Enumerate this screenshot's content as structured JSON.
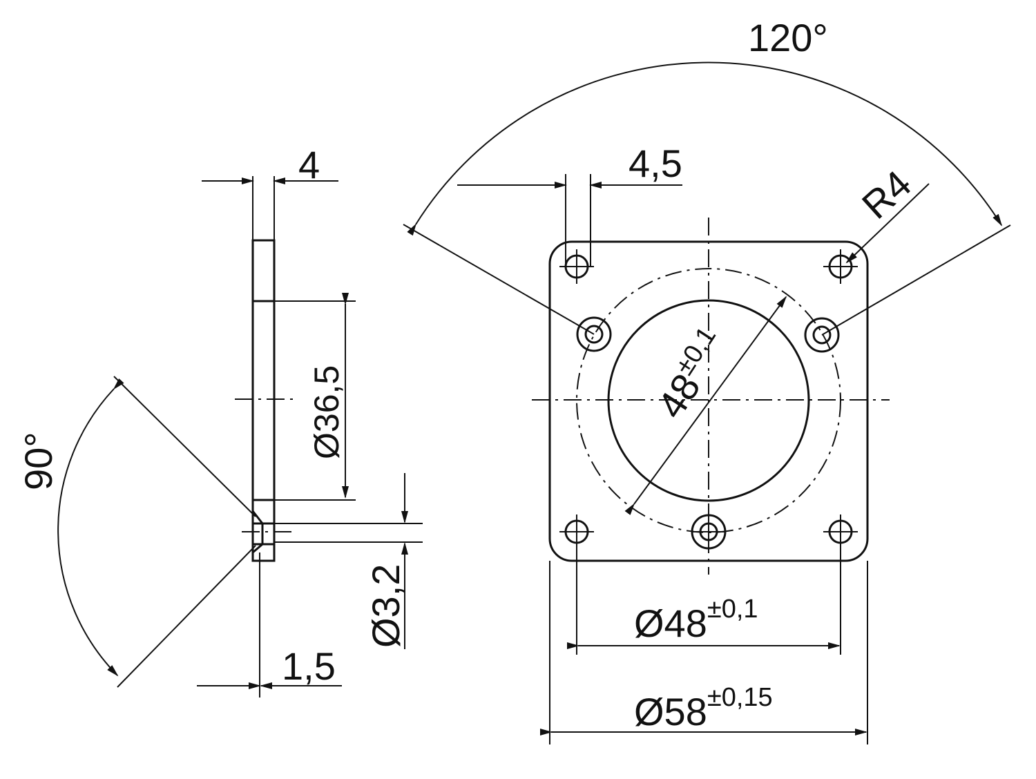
{
  "dimensions": {
    "side_thickness": "4",
    "bore_diameter": "Ø36,5",
    "hole_diameter": "Ø3,2",
    "countersink_depth": "1,5",
    "countersink_angle": "90°",
    "hole_spacing_top": "4,5",
    "corner_radius": "R4",
    "pitch_angle": "120°",
    "pitch_diameter_main": "48",
    "pitch_diameter_tol": "±0,1",
    "bolt_circle_main": "Ø48",
    "bolt_circle_tol": "±0,1",
    "outer_diameter_main": "Ø58",
    "outer_diameter_tol": "±0,15"
  },
  "colors": {
    "line": "#111111",
    "background": "#ffffff"
  }
}
